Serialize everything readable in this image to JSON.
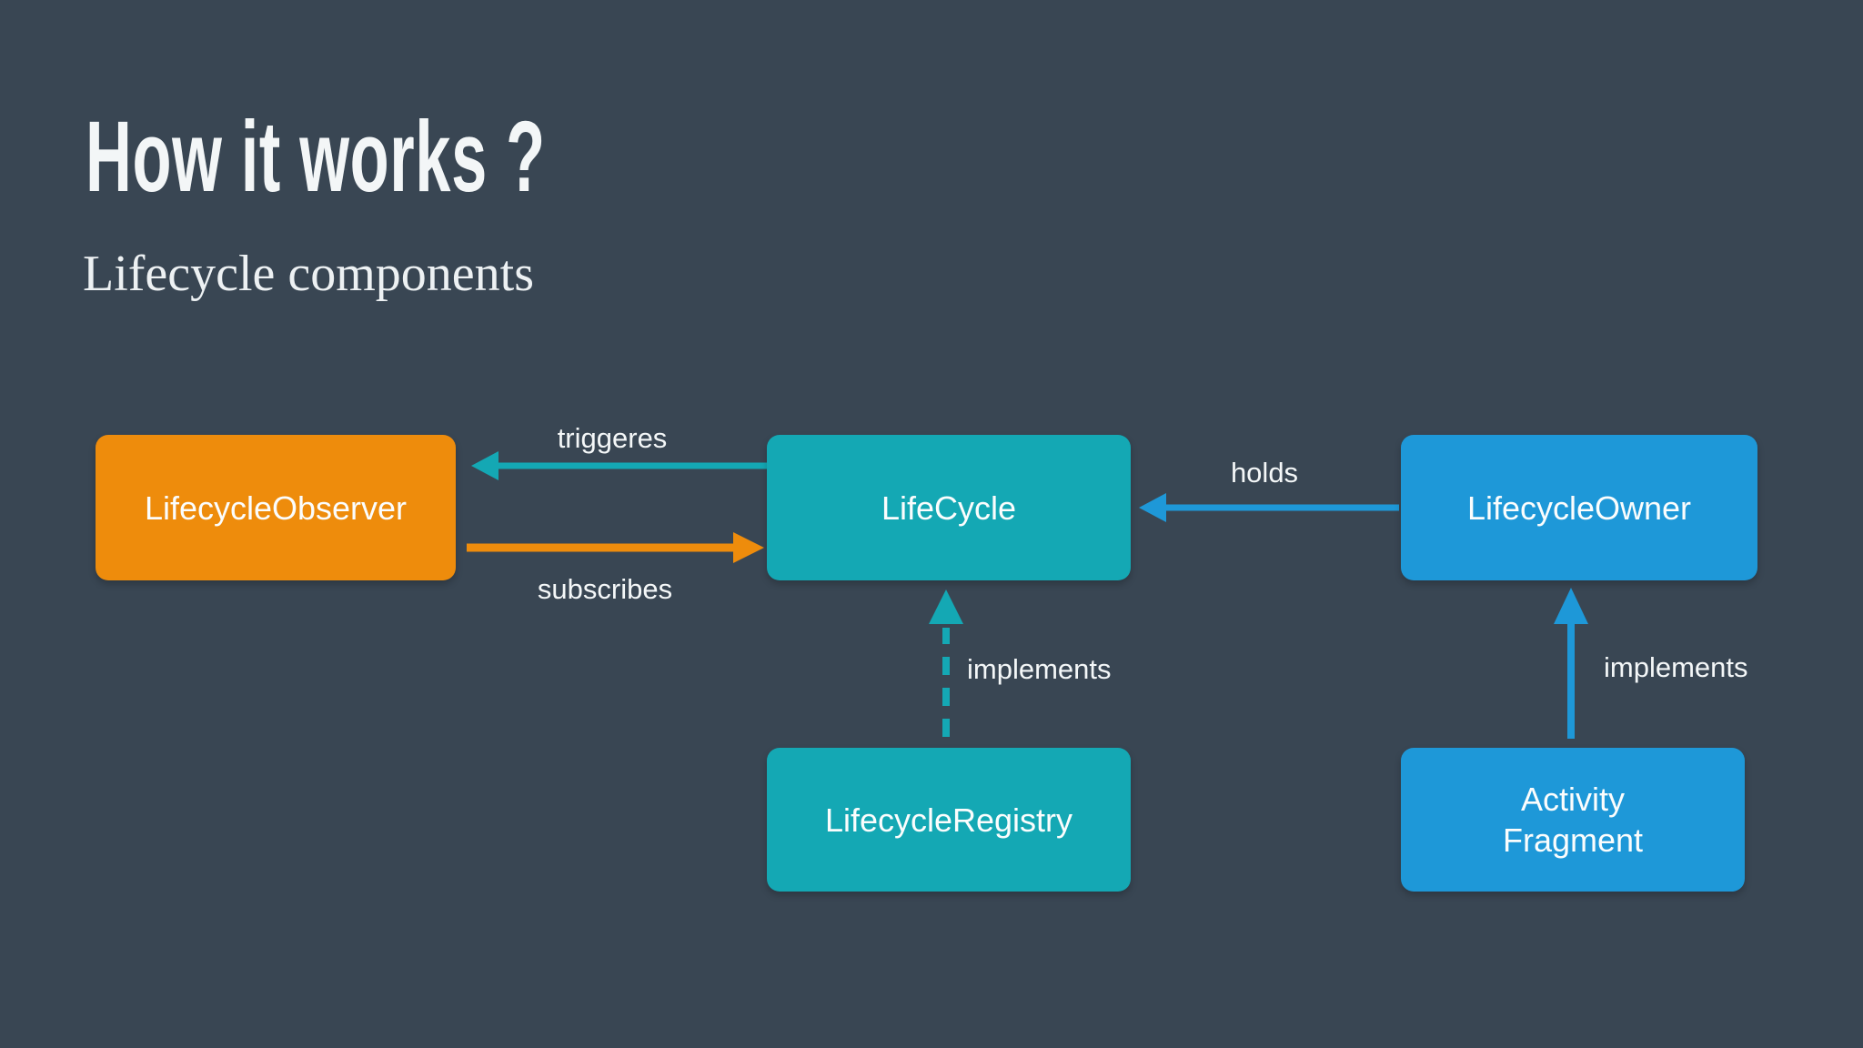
{
  "slide": {
    "title": "How it works ?",
    "subtitle": "Lifecycle components"
  },
  "colors": {
    "background": "#394653",
    "orange": "#EE8C0C",
    "teal": "#14A8B4",
    "blue": "#1E98D8",
    "label_text": "#F4F7F8"
  },
  "diagram": {
    "nodes": [
      {
        "id": "lifecycle-observer",
        "label": "LifecycleObserver",
        "color": "orange"
      },
      {
        "id": "lifecycle",
        "label": "LifeCycle",
        "color": "teal"
      },
      {
        "id": "lifecycle-owner",
        "label": "LifecycleOwner",
        "color": "blue"
      },
      {
        "id": "lifecycle-registry",
        "label": "LifecycleRegistry",
        "color": "teal"
      },
      {
        "id": "activity-fragment",
        "label": "Activity\nFragment",
        "color": "blue"
      }
    ],
    "edge_labels": {
      "triggeres": "triggeres",
      "subscribes": "subscribes",
      "holds": "holds",
      "implements_registry": "implements",
      "implements_activity": "implements"
    }
  }
}
